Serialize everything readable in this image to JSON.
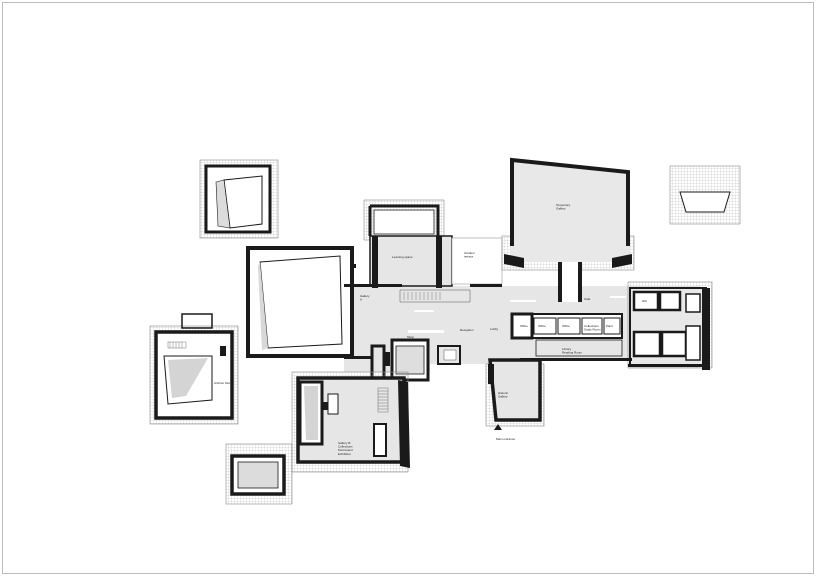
{
  "labels": {
    "temporary_gallery": "Temporary\nGallery",
    "learning_space": "Learning space",
    "outdoor_terrace": "Outdoor\nterrace",
    "gallery_a": "Gallery\nA",
    "lobby": "Lobby",
    "shop": "Shop",
    "reception": "Reception",
    "cafe": "Café",
    "collections_study_room": "Collections\nStudy Room",
    "library_reading_room": "Library\nReading Room",
    "historic_gallery": "Historic\nGallery",
    "main_entrance": "Main entrance",
    "gallery_b": "Gallery B\nCollections\nPermanent\nExhibition",
    "archive_store": "Archive Store",
    "office_1": "Office",
    "office_2": "Office",
    "office_3": "Office",
    "plant": "Plant",
    "wc": "WC"
  },
  "colors": {
    "wall": "#1a1a1a",
    "floor": "#e6e6e6",
    "hatch": "#9a9a9a",
    "frame": "#bdbdbd"
  }
}
